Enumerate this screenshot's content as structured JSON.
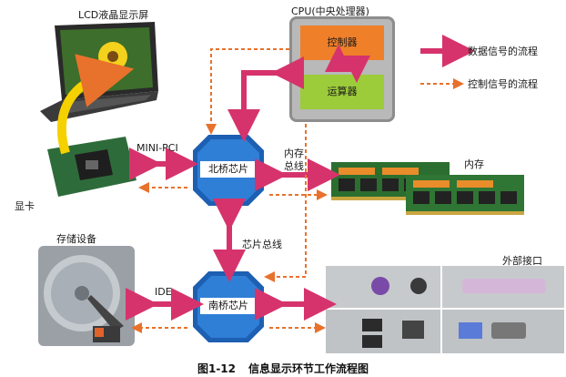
{
  "labels": {
    "lcd": "LCD液晶显示屏",
    "cpu_title": "CPU(中央处理器)",
    "controller": "控制器",
    "alu": "运算器",
    "legend_data": "数据信号的流程",
    "legend_control": "控制信号的流程",
    "mini_pci": "MINI-PCI",
    "gpu": "显卡",
    "north_bridge": "北桥芯片",
    "south_bridge": "南桥芯片",
    "memory_bus_1": "内存",
    "memory_bus_2": "总线",
    "memory": "内存",
    "chipset_bus": "芯片总线",
    "storage": "存储设备",
    "ide": "IDE",
    "external_ports": "外部接口"
  },
  "caption": {
    "figure_number": "图1-12",
    "title": "信息显示环节工作流程图"
  },
  "colors": {
    "data_arrow": "#d6336c",
    "control_arrow": "#e8712c",
    "chip_blue": "#1d5fb2",
    "controller_orange": "#f07f2a",
    "alu_green": "#9ccc3a",
    "yellow_arrow": "#f5d100"
  },
  "icons": {
    "laptop": "laptop-icon",
    "graphics_card": "graphics-card-icon",
    "memory_module": "memory-module-icon",
    "hard_drive": "hard-drive-icon",
    "ports": "io-ports-icon"
  }
}
